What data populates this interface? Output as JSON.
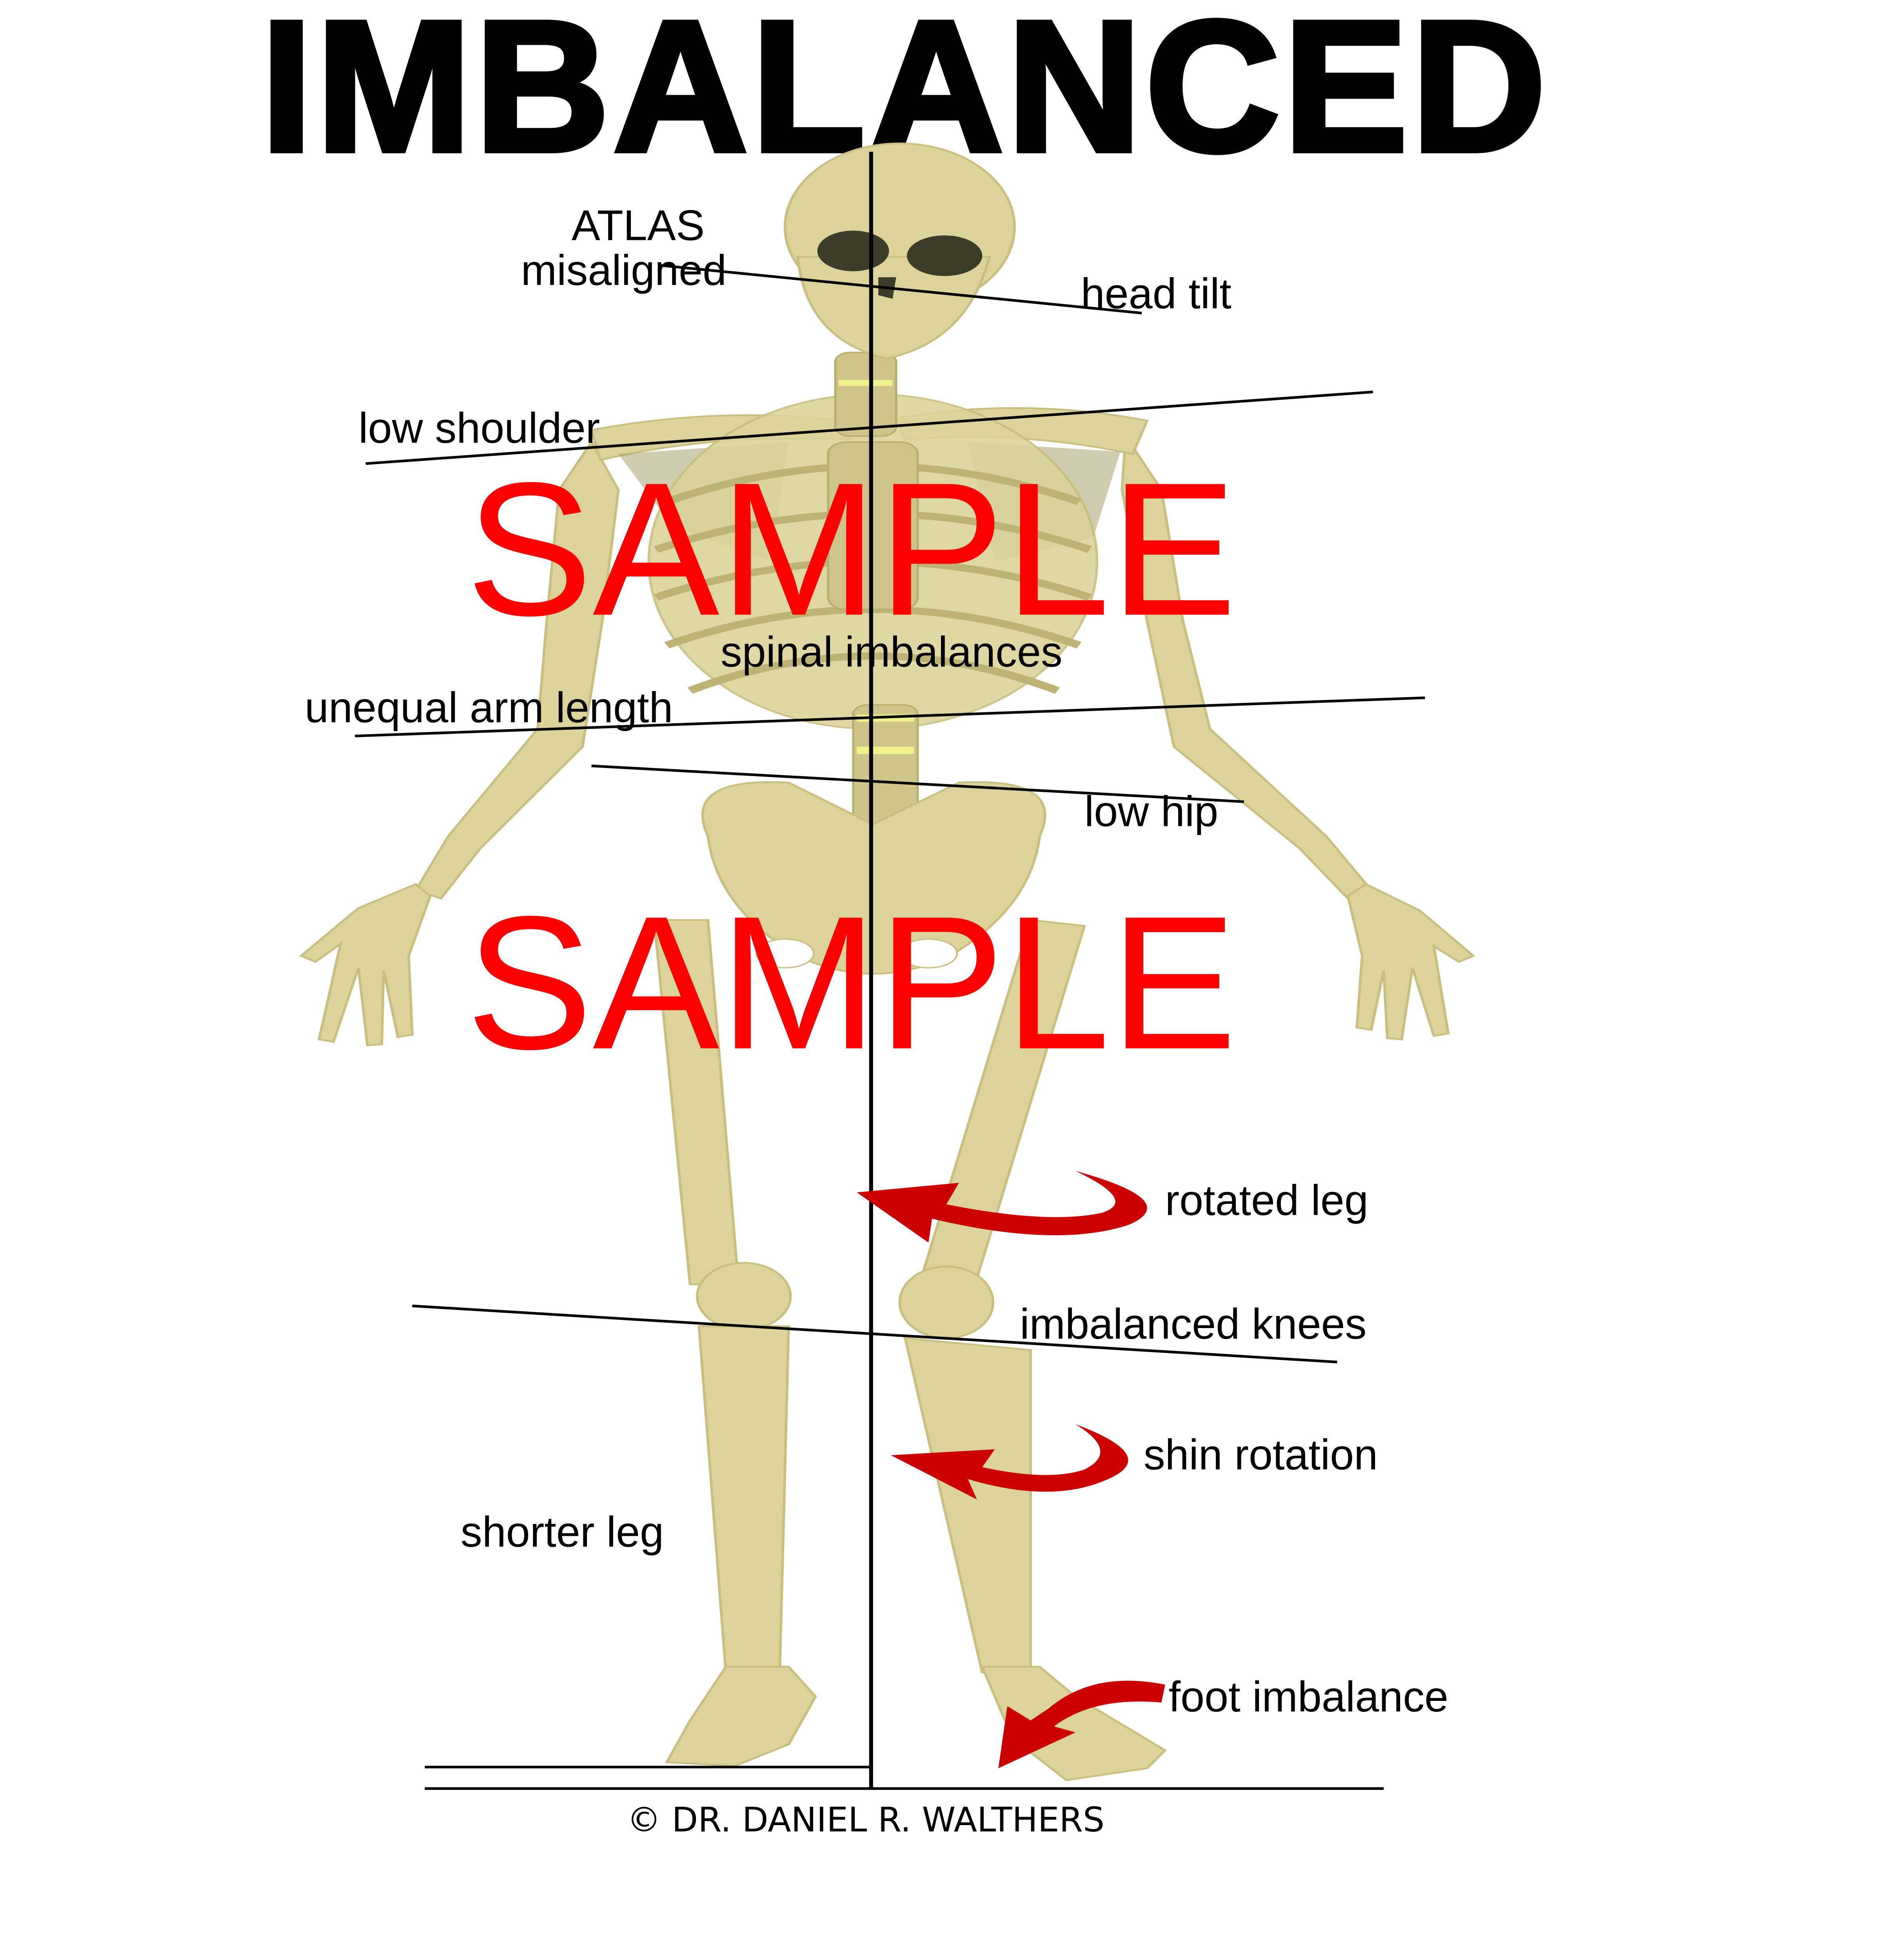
{
  "title": "IMBALANCED",
  "labels": {
    "atlas": "ATLAS",
    "misaligned": "misaligned",
    "head_tilt": "head tilt",
    "low_shoulder": "low shoulder",
    "spinal_imbalances": "spinal imbalances",
    "unequal_arm_length": "unequal arm length",
    "low_hip": "low hip",
    "rotated_leg": "rotated leg",
    "imbalanced_knees": "imbalanced knees",
    "shin_rotation": "shin rotation",
    "shorter_leg": "shorter leg",
    "foot_imbalance": "foot imbalance"
  },
  "watermark": [
    "SAMPLE",
    "SAMPLE"
  ],
  "copyright": "© DR. DANIEL R. WALTHERS",
  "colors": {
    "bone": "#dcd39b",
    "arrow": "#cc0000",
    "watermark": "#ff0000",
    "lines": "#000000"
  }
}
